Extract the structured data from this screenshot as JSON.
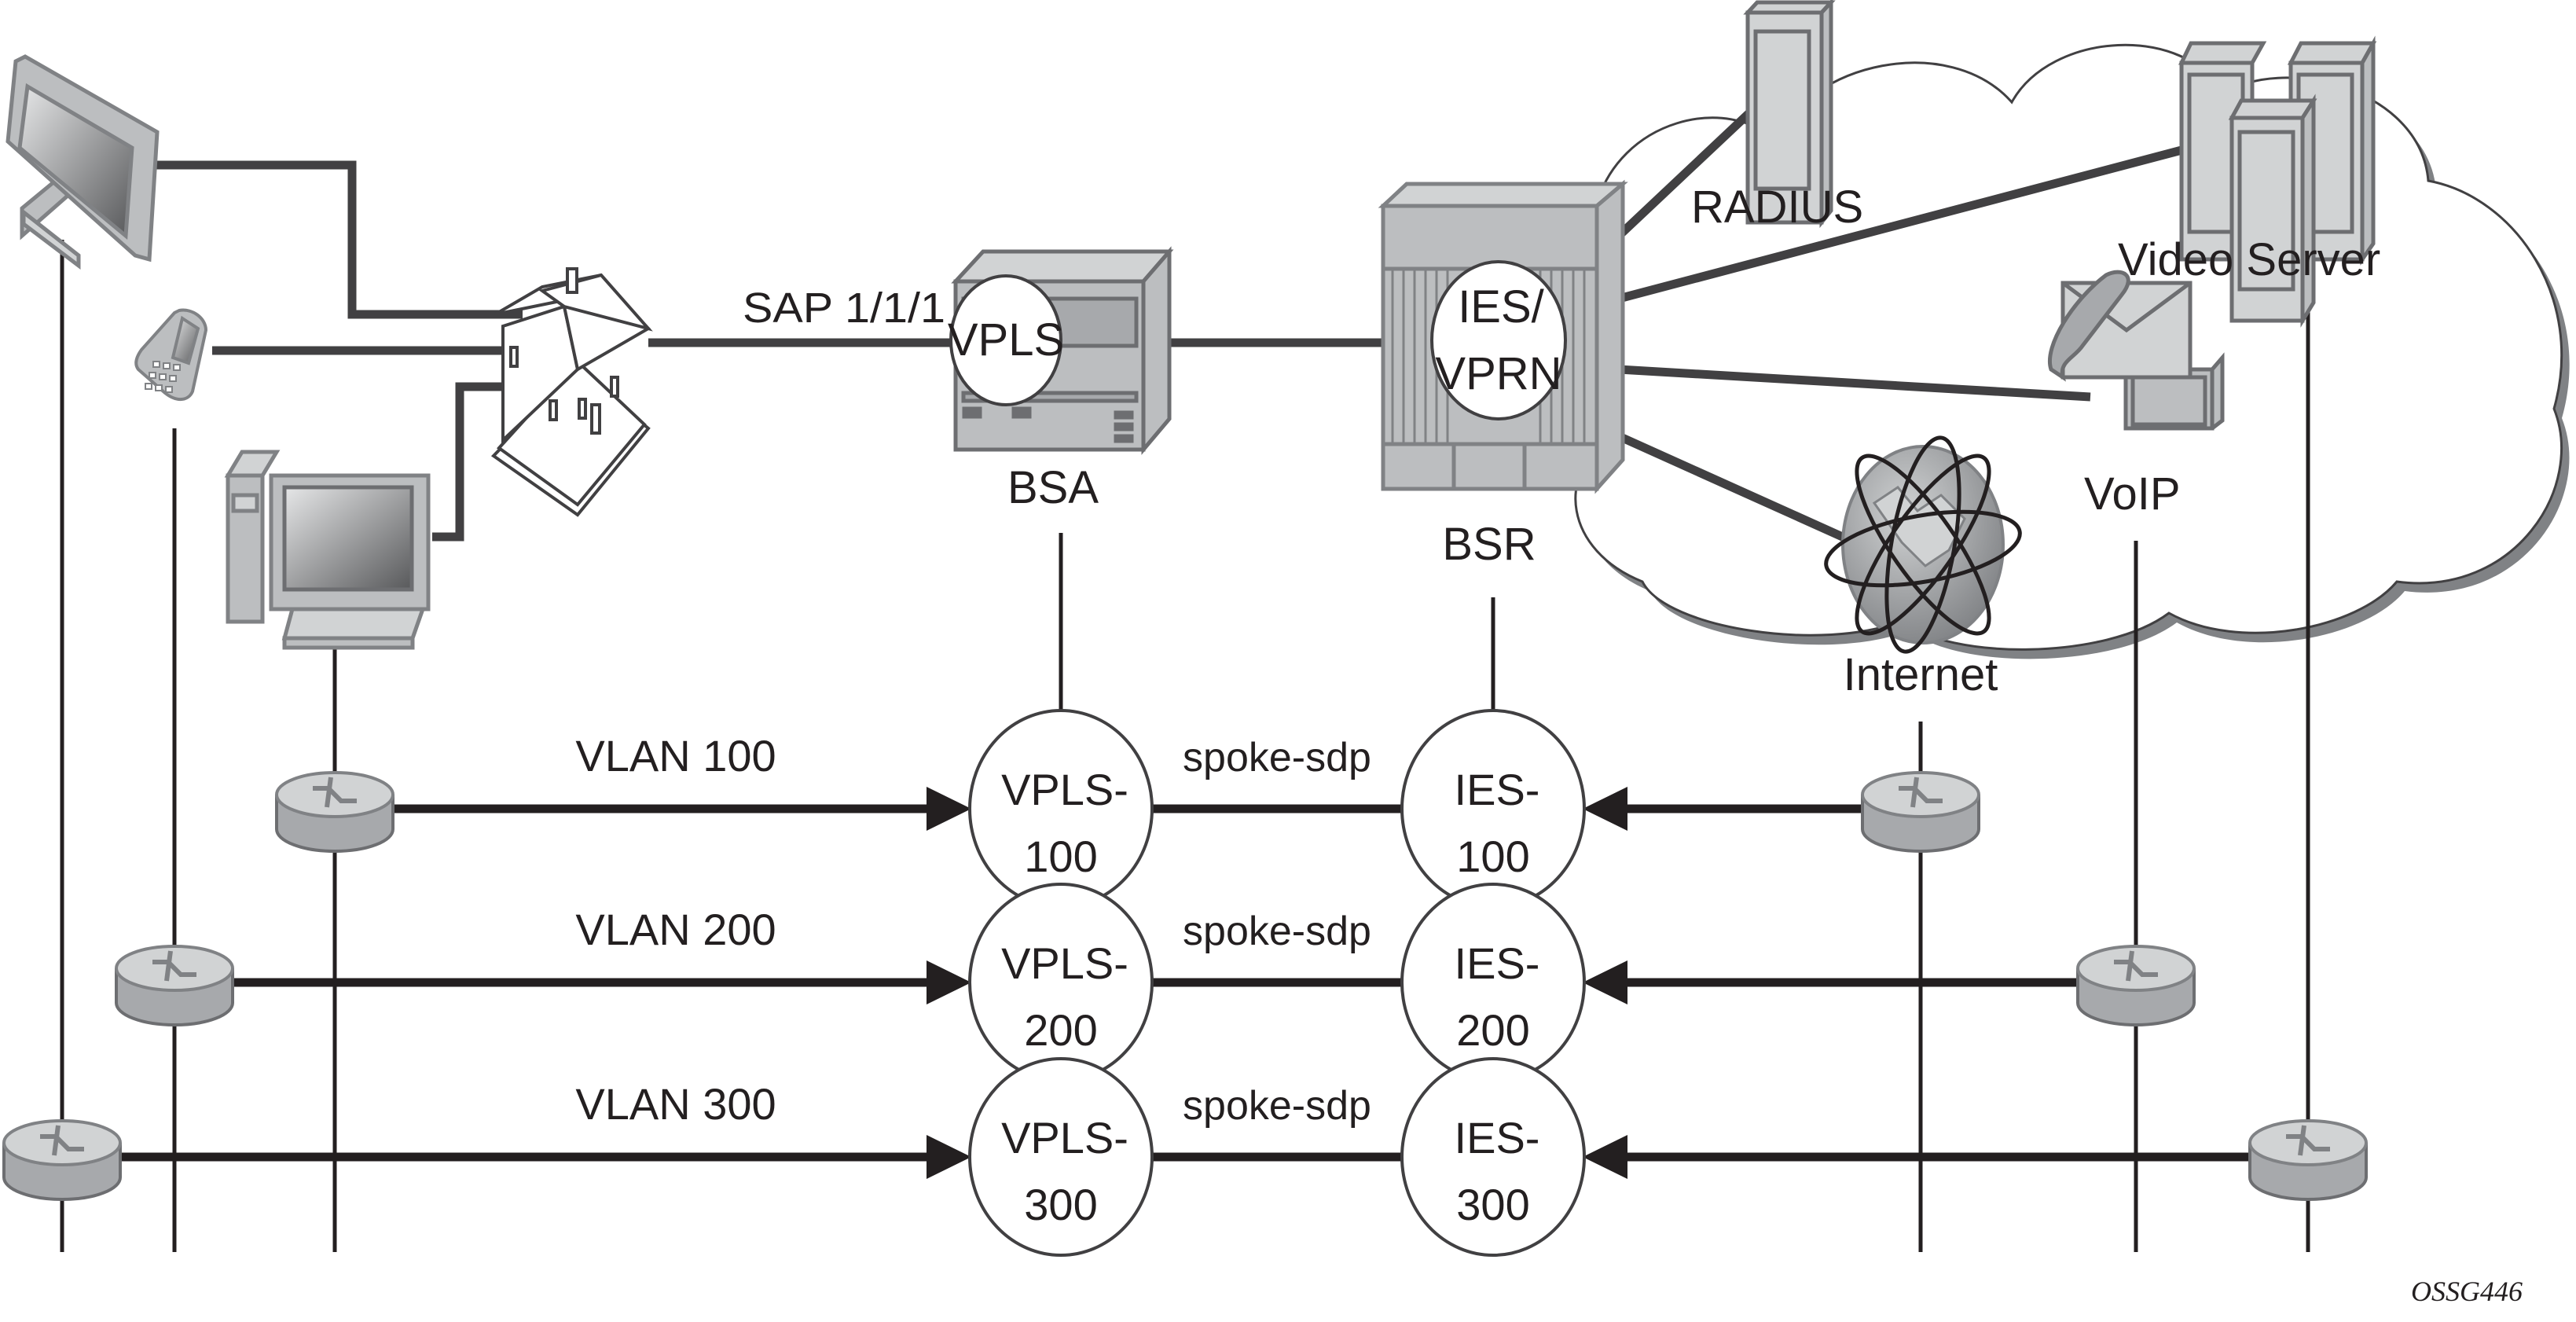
{
  "top": {
    "sap_label": "SAP 1/1/1",
    "bsa": {
      "label": "BSA",
      "service": "VPLS"
    },
    "bsr": {
      "label": "BSR",
      "service_line1": "IES/",
      "service_line2": "VPRN"
    },
    "radius": "RADIUS",
    "video_server": "Video Server",
    "voip": "VoIP",
    "internet": "Internet"
  },
  "rows": [
    {
      "vlan": "VLAN 100",
      "vpls_line1": "VPLS-",
      "vpls_line2": "100",
      "spoke": "spoke-sdp",
      "ies_line1": "IES-",
      "ies_line2": "100"
    },
    {
      "vlan": "VLAN 200",
      "vpls_line1": "VPLS-",
      "vpls_line2": "200",
      "spoke": "spoke-sdp",
      "ies_line1": "IES-",
      "ies_line2": "200"
    },
    {
      "vlan": "VLAN 300",
      "vpls_line1": "VPLS-",
      "vpls_line2": "300",
      "spoke": "spoke-sdp",
      "ies_line1": "IES-",
      "ies_line2": "300"
    }
  ],
  "figure_id": "OSSG446",
  "colors": {
    "line": "#231f20",
    "device_light": "#d1d3d4",
    "device_mid": "#bcbec0",
    "device_dark": "#808285",
    "link": "#414042"
  }
}
